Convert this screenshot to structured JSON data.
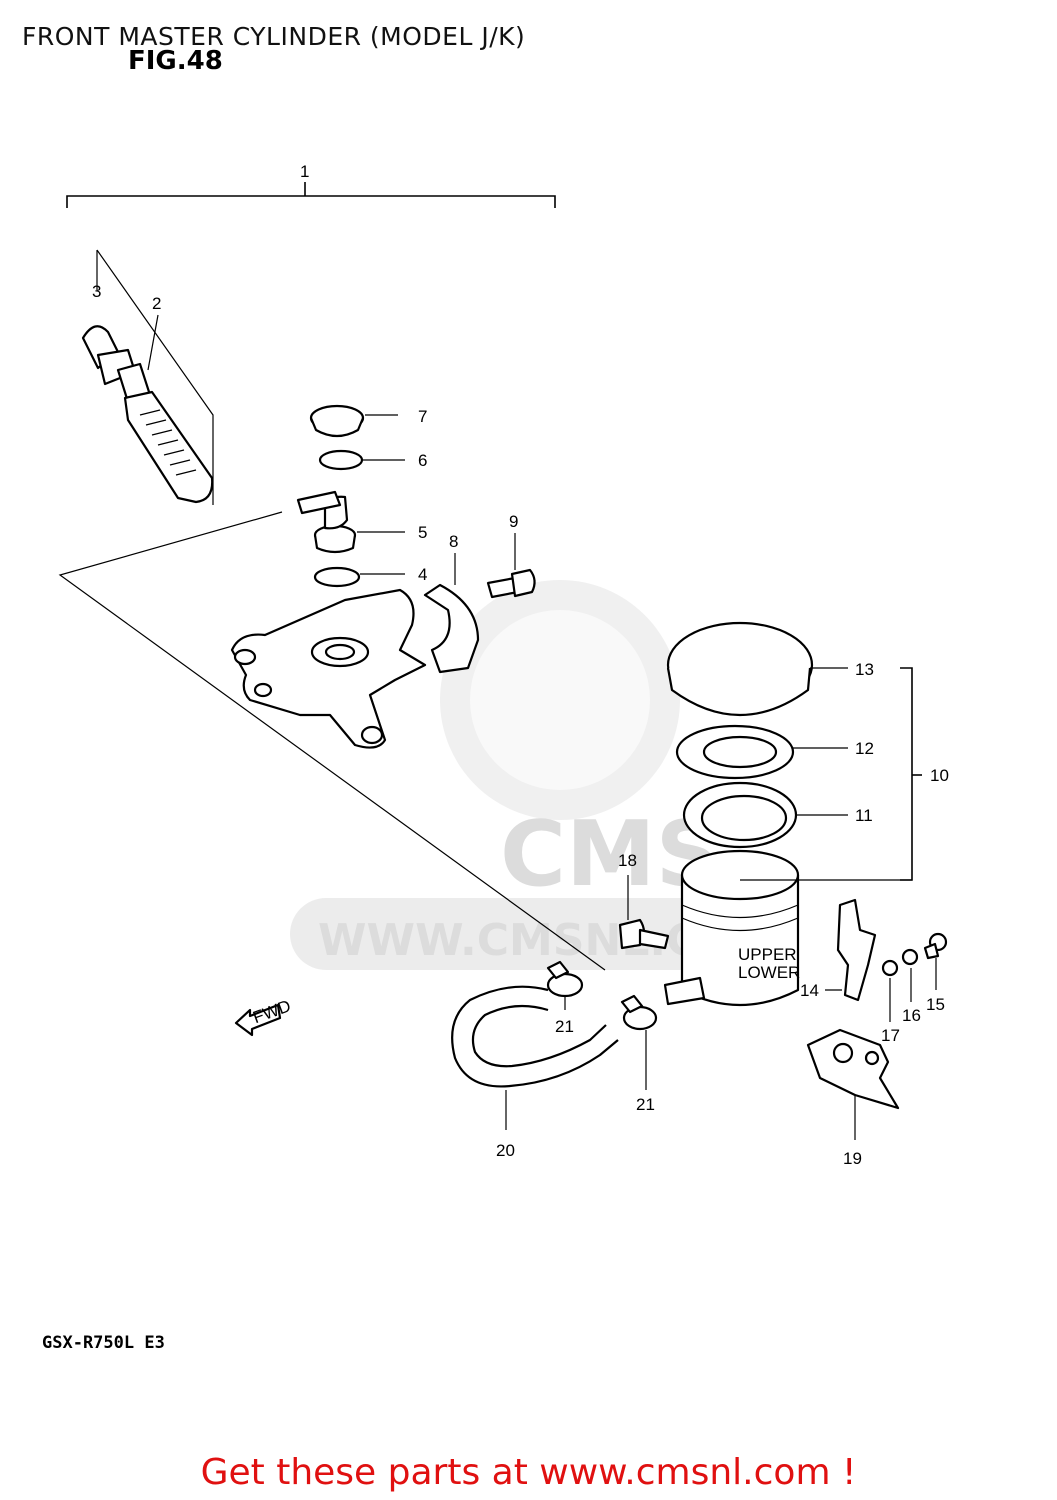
{
  "header": {
    "title": "FRONT MASTER CYLINDER (MODEL J/K)",
    "figure": "FIG.48"
  },
  "footer": {
    "model_code": "GSX-R750L E3",
    "call_to_action": "Get these parts at www.cmsnl.com !"
  },
  "watermark": {
    "logo_text": "CMS",
    "url_text": "WWW.CMSNL.COM"
  },
  "diagram": {
    "fwd_label": "FWD",
    "reservoir_upper": "UPPER",
    "reservoir_lower": "LOWER",
    "callouts": {
      "p1": "1",
      "p2": "2",
      "p3": "3",
      "p4": "4",
      "p5": "5",
      "p6": "6",
      "p7": "7",
      "p8": "8",
      "p9": "9",
      "p10": "10",
      "p11": "11",
      "p12": "12",
      "p13": "13",
      "p14": "14",
      "p15": "15",
      "p16": "16",
      "p17": "17",
      "p18": "18",
      "p19": "19",
      "p20": "20",
      "p21a": "21",
      "p21b": "21"
    }
  },
  "colors": {
    "cta": "#e01010",
    "watermark": "#dcdcdc",
    "line": "#000000"
  }
}
